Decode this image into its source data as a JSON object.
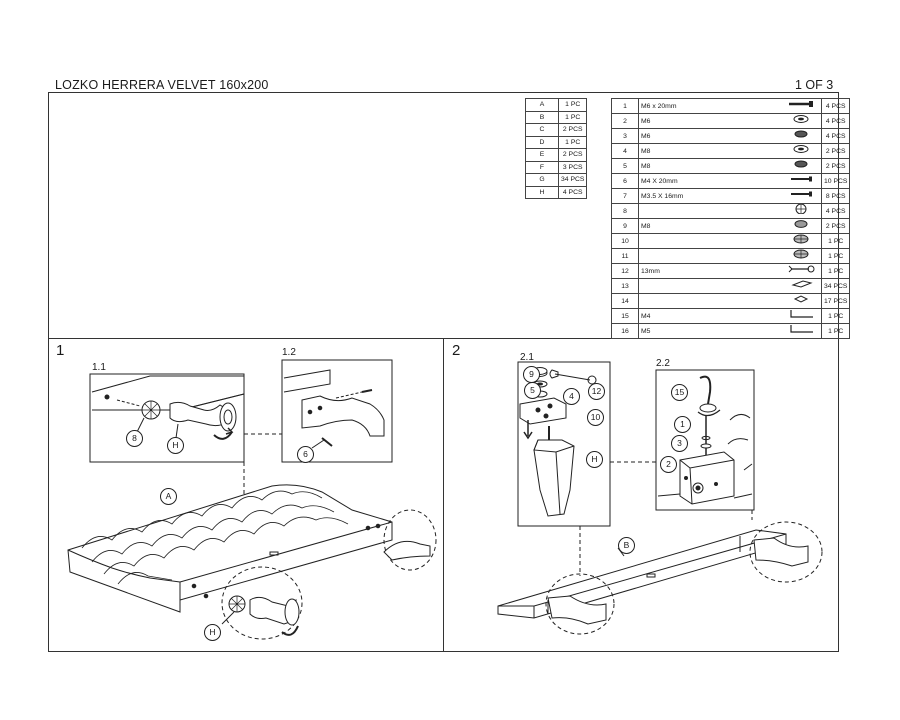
{
  "document": {
    "title": "LOZKO HERRERA VELVET 160x200",
    "page": "1 OF 3"
  },
  "parts_letters": [
    {
      "id": "A",
      "qty": "1 PC"
    },
    {
      "id": "B",
      "qty": "1 PC"
    },
    {
      "id": "C",
      "qty": "2 PCS"
    },
    {
      "id": "D",
      "qty": "1 PC"
    },
    {
      "id": "E",
      "qty": "2 PCS"
    },
    {
      "id": "F",
      "qty": "3 PCS"
    },
    {
      "id": "G",
      "qty": "34 PCS"
    },
    {
      "id": "H",
      "qty": "4 PCS"
    }
  ],
  "hardware": [
    {
      "id": "1",
      "spec": "M6 x 20mm",
      "icon": "bolt-icon",
      "qty": "4 PCS"
    },
    {
      "id": "2",
      "spec": "M6",
      "icon": "washer-icon",
      "qty": "4 PCS"
    },
    {
      "id": "3",
      "spec": "M6",
      "icon": "spring-washer-icon",
      "qty": "4 PCS"
    },
    {
      "id": "4",
      "spec": "M8",
      "icon": "washer-icon",
      "qty": "2 PCS"
    },
    {
      "id": "5",
      "spec": "M8",
      "icon": "spring-washer-icon",
      "qty": "2 PCS"
    },
    {
      "id": "6",
      "spec": "M4 X 20mm",
      "icon": "screw-icon",
      "qty": "10 PCS"
    },
    {
      "id": "7",
      "spec": "M3.5 X 16mm",
      "icon": "screw-icon",
      "qty": "8 PCS"
    },
    {
      "id": "8",
      "spec": "",
      "icon": "star-knob-icon",
      "qty": "4 PCS"
    },
    {
      "id": "9",
      "spec": "M8",
      "icon": "nut-icon",
      "qty": "2 PCS"
    },
    {
      "id": "10",
      "spec": "",
      "icon": "bracket-icon",
      "qty": "1 PC"
    },
    {
      "id": "11",
      "spec": "",
      "icon": "bracket-icon",
      "qty": "1 PC"
    },
    {
      "id": "12",
      "spec": "13mm",
      "icon": "wrench-icon",
      "qty": "1 PC"
    },
    {
      "id": "13",
      "spec": "",
      "icon": "slat-holder-icon",
      "qty": "34 PCS"
    },
    {
      "id": "14",
      "spec": "",
      "icon": "slat-cap-icon",
      "qty": "17 PCS"
    },
    {
      "id": "15",
      "spec": "M4",
      "icon": "allen-key-icon",
      "qty": "1 PC"
    },
    {
      "id": "16",
      "spec": "M5",
      "icon": "allen-key-icon",
      "qty": "1 PC"
    }
  ],
  "steps": [
    {
      "number": "1",
      "subs": [
        "1.1",
        "1.2"
      ]
    },
    {
      "number": "2",
      "subs": [
        "2.1",
        "2.2"
      ]
    }
  ],
  "callouts": {
    "part_A": "A",
    "part_B": "B",
    "part_H": "H",
    "hw_1": "1",
    "hw_2": "2",
    "hw_3": "3",
    "hw_4": "4",
    "hw_5": "5",
    "hw_6": "6",
    "hw_8": "8",
    "hw_9": "9",
    "hw_10": "10",
    "hw_12": "12",
    "hw_15": "15"
  }
}
